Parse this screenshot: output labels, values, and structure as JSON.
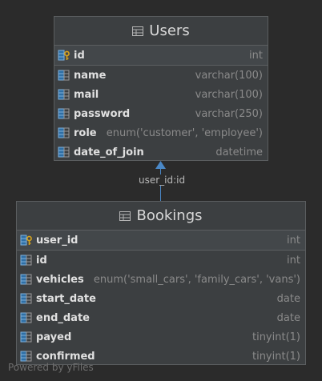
{
  "entities": {
    "users": {
      "title": "Users",
      "pk": [
        {
          "name": "id",
          "type": "int"
        }
      ],
      "columns": [
        {
          "name": "name",
          "type": "varchar(100)"
        },
        {
          "name": "mail",
          "type": "varchar(100)"
        },
        {
          "name": "password",
          "type": "varchar(250)"
        },
        {
          "name": "role",
          "type": "enum('customer', 'employee')"
        },
        {
          "name": "date_of_join",
          "type": "datetime"
        }
      ]
    },
    "bookings": {
      "title": "Bookings",
      "pk": [
        {
          "name": "user_id",
          "type": "int"
        }
      ],
      "columns": [
        {
          "name": "id",
          "type": "int"
        },
        {
          "name": "vehicles",
          "type": "enum('small_cars', 'family_cars', 'vans')"
        },
        {
          "name": "start_date",
          "type": "date"
        },
        {
          "name": "end_date",
          "type": "date"
        },
        {
          "name": "payed",
          "type": "tinyint(1)"
        },
        {
          "name": "confirmed",
          "type": "tinyint(1)"
        }
      ]
    }
  },
  "relationship": {
    "label": "user_id:id"
  },
  "watermark": "Powered by yFiles",
  "colors": {
    "connector": "#4a88c7",
    "background": "#2b2b2b",
    "entity": "#3c3f41"
  }
}
